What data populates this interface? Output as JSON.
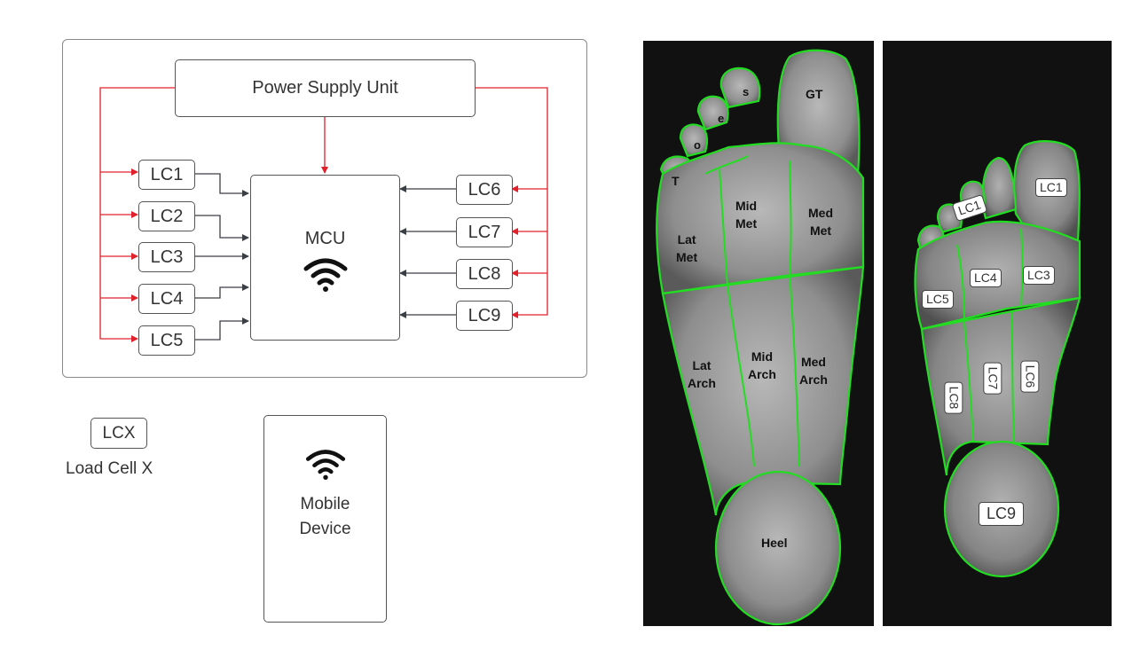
{
  "diagram": {
    "psu_label": "Power Supply Unit",
    "mcu_label": "MCU",
    "left_cells": [
      "LC1",
      "LC2",
      "LC3",
      "LC4",
      "LC5"
    ],
    "right_cells": [
      "LC6",
      "LC7",
      "LC8",
      "LC9"
    ],
    "legend_box": "LCX",
    "legend_label": "Load Cell X",
    "mobile_label_line1": "Mobile",
    "mobile_label_line2": "Device",
    "power_color": "#e0202a",
    "signal_color": "#3a3f45"
  },
  "foot_regions": {
    "toes": [
      "GT",
      "s",
      "e",
      "o",
      "T"
    ],
    "met_lat_1": "Lat",
    "met_lat_2": "Met",
    "met_mid_1": "Mid",
    "met_mid_2": "Met",
    "met_med_1": "Med",
    "met_med_2": "Met",
    "arch_lat_1": "Lat",
    "arch_lat_2": "Arch",
    "arch_mid_1": "Mid",
    "arch_mid_2": "Arch",
    "arch_med_1": "Med",
    "arch_med_2": "Arch",
    "heel": "Heel",
    "outline_color": "#22dd22"
  },
  "sensor_map": {
    "labels": [
      "LC1",
      "LC1",
      "LC4",
      "LC3",
      "LC5",
      "LC7",
      "LC6",
      "LC8",
      "LC9"
    ]
  }
}
